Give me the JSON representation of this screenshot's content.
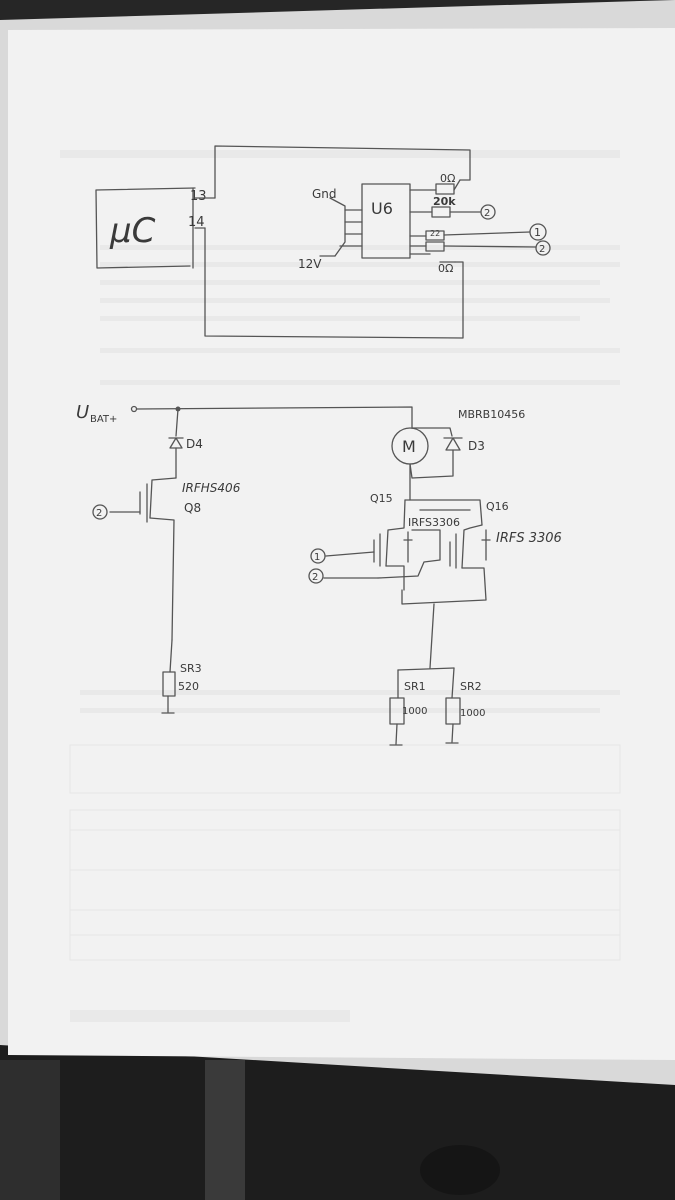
{
  "mcu": {
    "label": "μC",
    "pin_13": "13",
    "pin_14": "14"
  },
  "driver": {
    "label": "U6",
    "gnd": "Gnd",
    "v12": "12V",
    "r_top": "0Ω",
    "r_20k": "20k",
    "r_22": "22",
    "r_bottom": "0Ω",
    "out_2": "2",
    "out_1": "1",
    "out_2b": "2"
  },
  "power": {
    "supply": "U",
    "supply_sub": "BAT+",
    "d4": "D4",
    "q8_part": "IRFHS406",
    "q8": "Q8",
    "q8_gate": "2",
    "sr3": "SR3",
    "sr3_val": "520",
    "mbr": "MBRB10456",
    "motor": "M",
    "d3": "D3",
    "q15": "Q15",
    "q16": "Q16",
    "q15_part": "IRFS3306",
    "q16_part": "IRFS 3306",
    "in_1": "1",
    "in_2": "2",
    "sr1": "SR1",
    "sr2": "SR2",
    "sr1_val": "1000",
    "sr2_val": "1000"
  }
}
